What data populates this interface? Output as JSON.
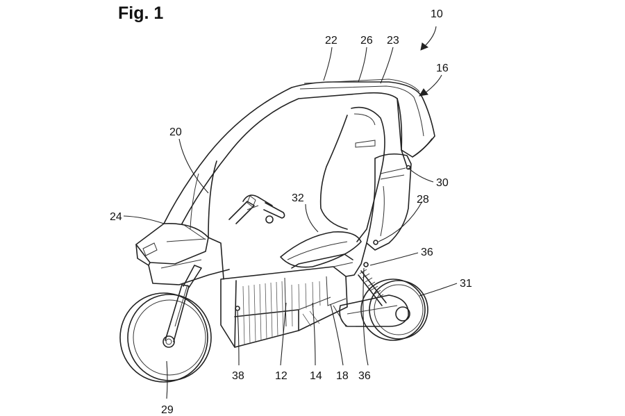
{
  "figure": {
    "title": "Fig. 1"
  },
  "reference_numerals": {
    "n10": "10",
    "n16": "16",
    "n22": "22",
    "n26": "26",
    "n23": "23",
    "n20": "20",
    "n30": "30",
    "n32": "32",
    "n28": "28",
    "n24": "24",
    "n36a": "36",
    "n31": "31",
    "n38": "38",
    "n12": "12",
    "n14": "14",
    "n18": "18",
    "n36b": "36",
    "n29": "29"
  }
}
